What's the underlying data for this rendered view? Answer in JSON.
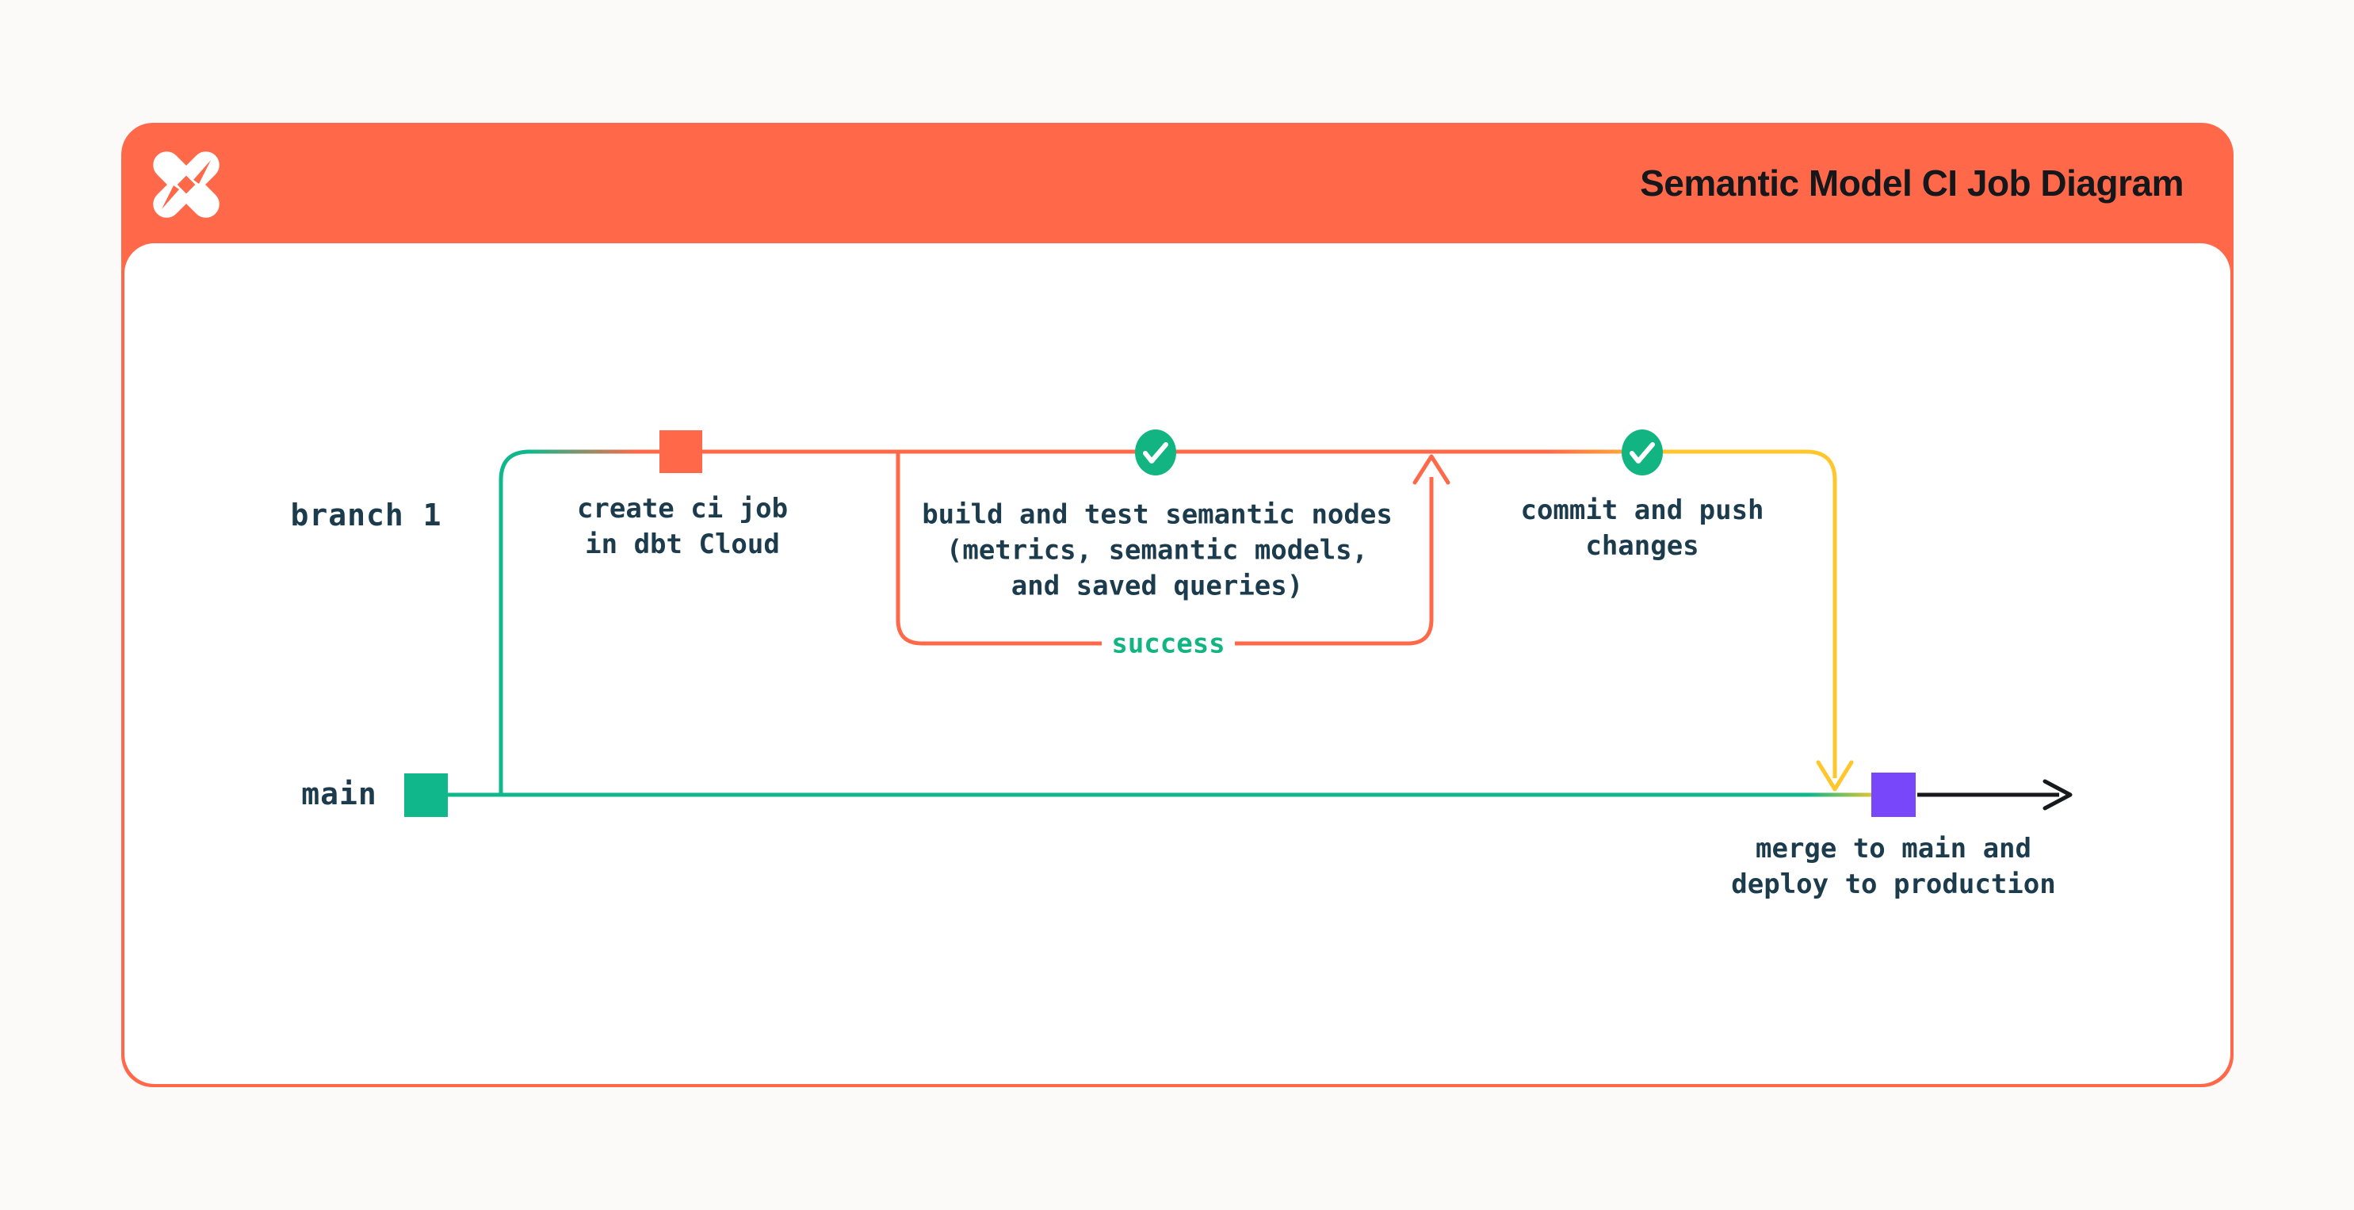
{
  "header": {
    "title": "Semantic Model CI Job Diagram",
    "logo": "dbt-logo"
  },
  "labels": {
    "branch1": "branch 1",
    "main": "main"
  },
  "nodes": {
    "create_ci": "create ci job\nin dbt Cloud",
    "build_test": "build and test semantic nodes\n(metrics, semantic models,\nand saved queries)",
    "success": "success",
    "commit_push": "commit and push\nchanges",
    "merge_deploy": "merge to main and\ndeploy to production"
  },
  "colors": {
    "page_bg": "#FBFAF8",
    "card_bg": "#FFFFFF",
    "header_orange": "#FF694A",
    "orange": "#FF694A",
    "teal": "#0FB78B",
    "yellow": "#FFC72C",
    "olive_blend": "#D9C636",
    "purple": "#7847F9",
    "check_green": "#12B581",
    "check_mark": "#FFFFFF",
    "text_dark": "#1C3C4D",
    "title_text": "#15171B",
    "arrow_black": "#17191D",
    "logo_white": "#FFFFFF"
  }
}
